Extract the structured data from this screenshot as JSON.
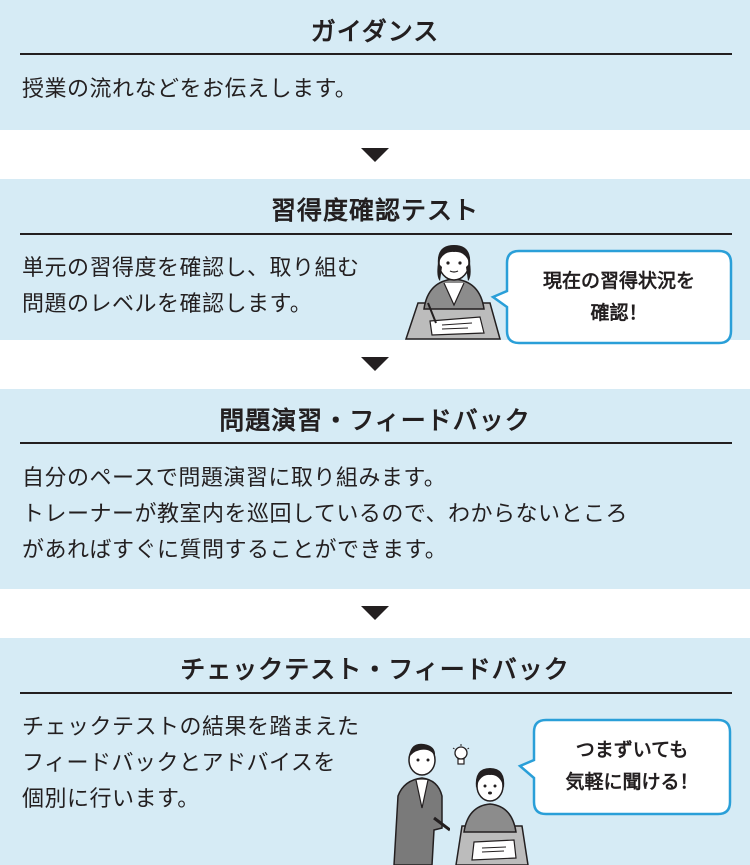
{
  "sections": [
    {
      "title": "ガイダンス",
      "body": "授業の流れなどをお伝えします。"
    },
    {
      "title": "習得度確認テスト",
      "body": "単元の習得度を確認し、取り組む\n問題のレベルを確認します。",
      "bubble": "現在の習得状況を\n確認！"
    },
    {
      "title": "問題演習・フィードバック",
      "body": "自分のペースで問題演習に取り組みます。\nトレーナーが教室内を巡回しているので、わからないところ\nがあればすぐに質問することができます。"
    },
    {
      "title": "チェックテスト・フィードバック",
      "body": "チェックテストの結果を踏まえた\nフィードバックとアドバイスを\n個別に行います。",
      "bubble": "つまずいても\n気軽に聞ける！"
    }
  ],
  "colors": {
    "panel": "#d6ebf5",
    "bubble_border": "#2a9fd8",
    "text": "#231f20"
  },
  "icons": [
    "down-arrow-icon",
    "student-illustration",
    "trainer-illustration",
    "lightbulb-icon"
  ]
}
